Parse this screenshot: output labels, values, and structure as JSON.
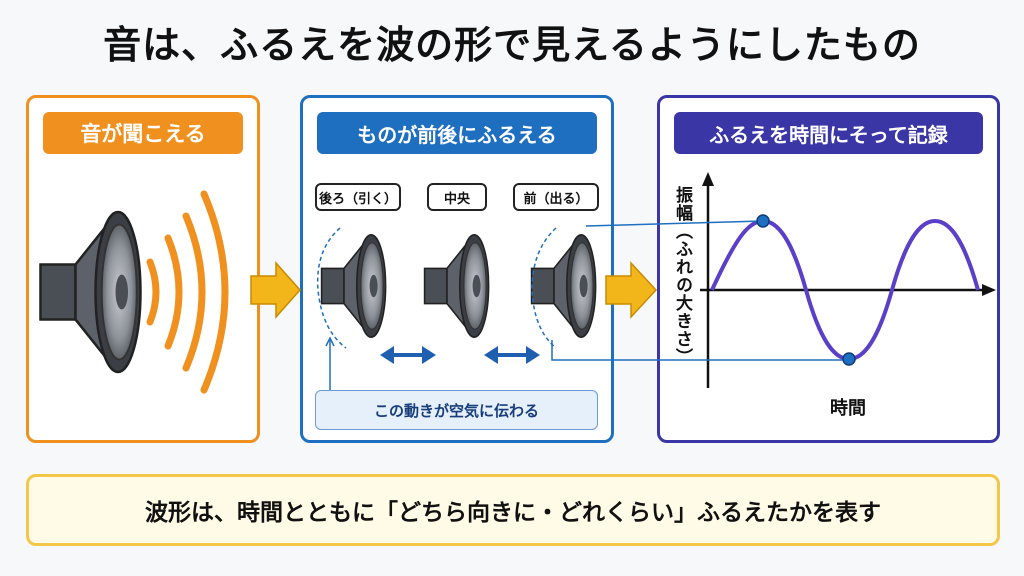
{
  "title": "音は、ふるえを波の形で見えるようにしたもの",
  "panels": {
    "hear": {
      "heading": "音が聞こえる"
    },
    "vibrate": {
      "heading": "ものが前後にふるえる",
      "positions": [
        "後ろ（引く）",
        "中央",
        "前（出る）"
      ],
      "note": "この動きが空気に伝わる"
    },
    "record": {
      "heading": "ふるえを時間にそって記録",
      "y_axis_label": "振幅（ふれの大きさ）",
      "x_axis_label": "時間"
    }
  },
  "summary": "波形は、時間とともに「どちら向きに・どれくらい」ふるえたかを表す",
  "colors": {
    "orange": "#f0901e",
    "blue": "#1f6fc0",
    "indigo": "#3a36a6",
    "wave": "#5b3fc8",
    "arrow_yellow": "#f2b51a",
    "note_bg": "#e6f0fb",
    "summary_bg": "#fffbe6"
  },
  "icons": [
    "speaker-icon",
    "sound-wave-icon",
    "double-arrow-icon",
    "right-arrow-icon"
  ]
}
